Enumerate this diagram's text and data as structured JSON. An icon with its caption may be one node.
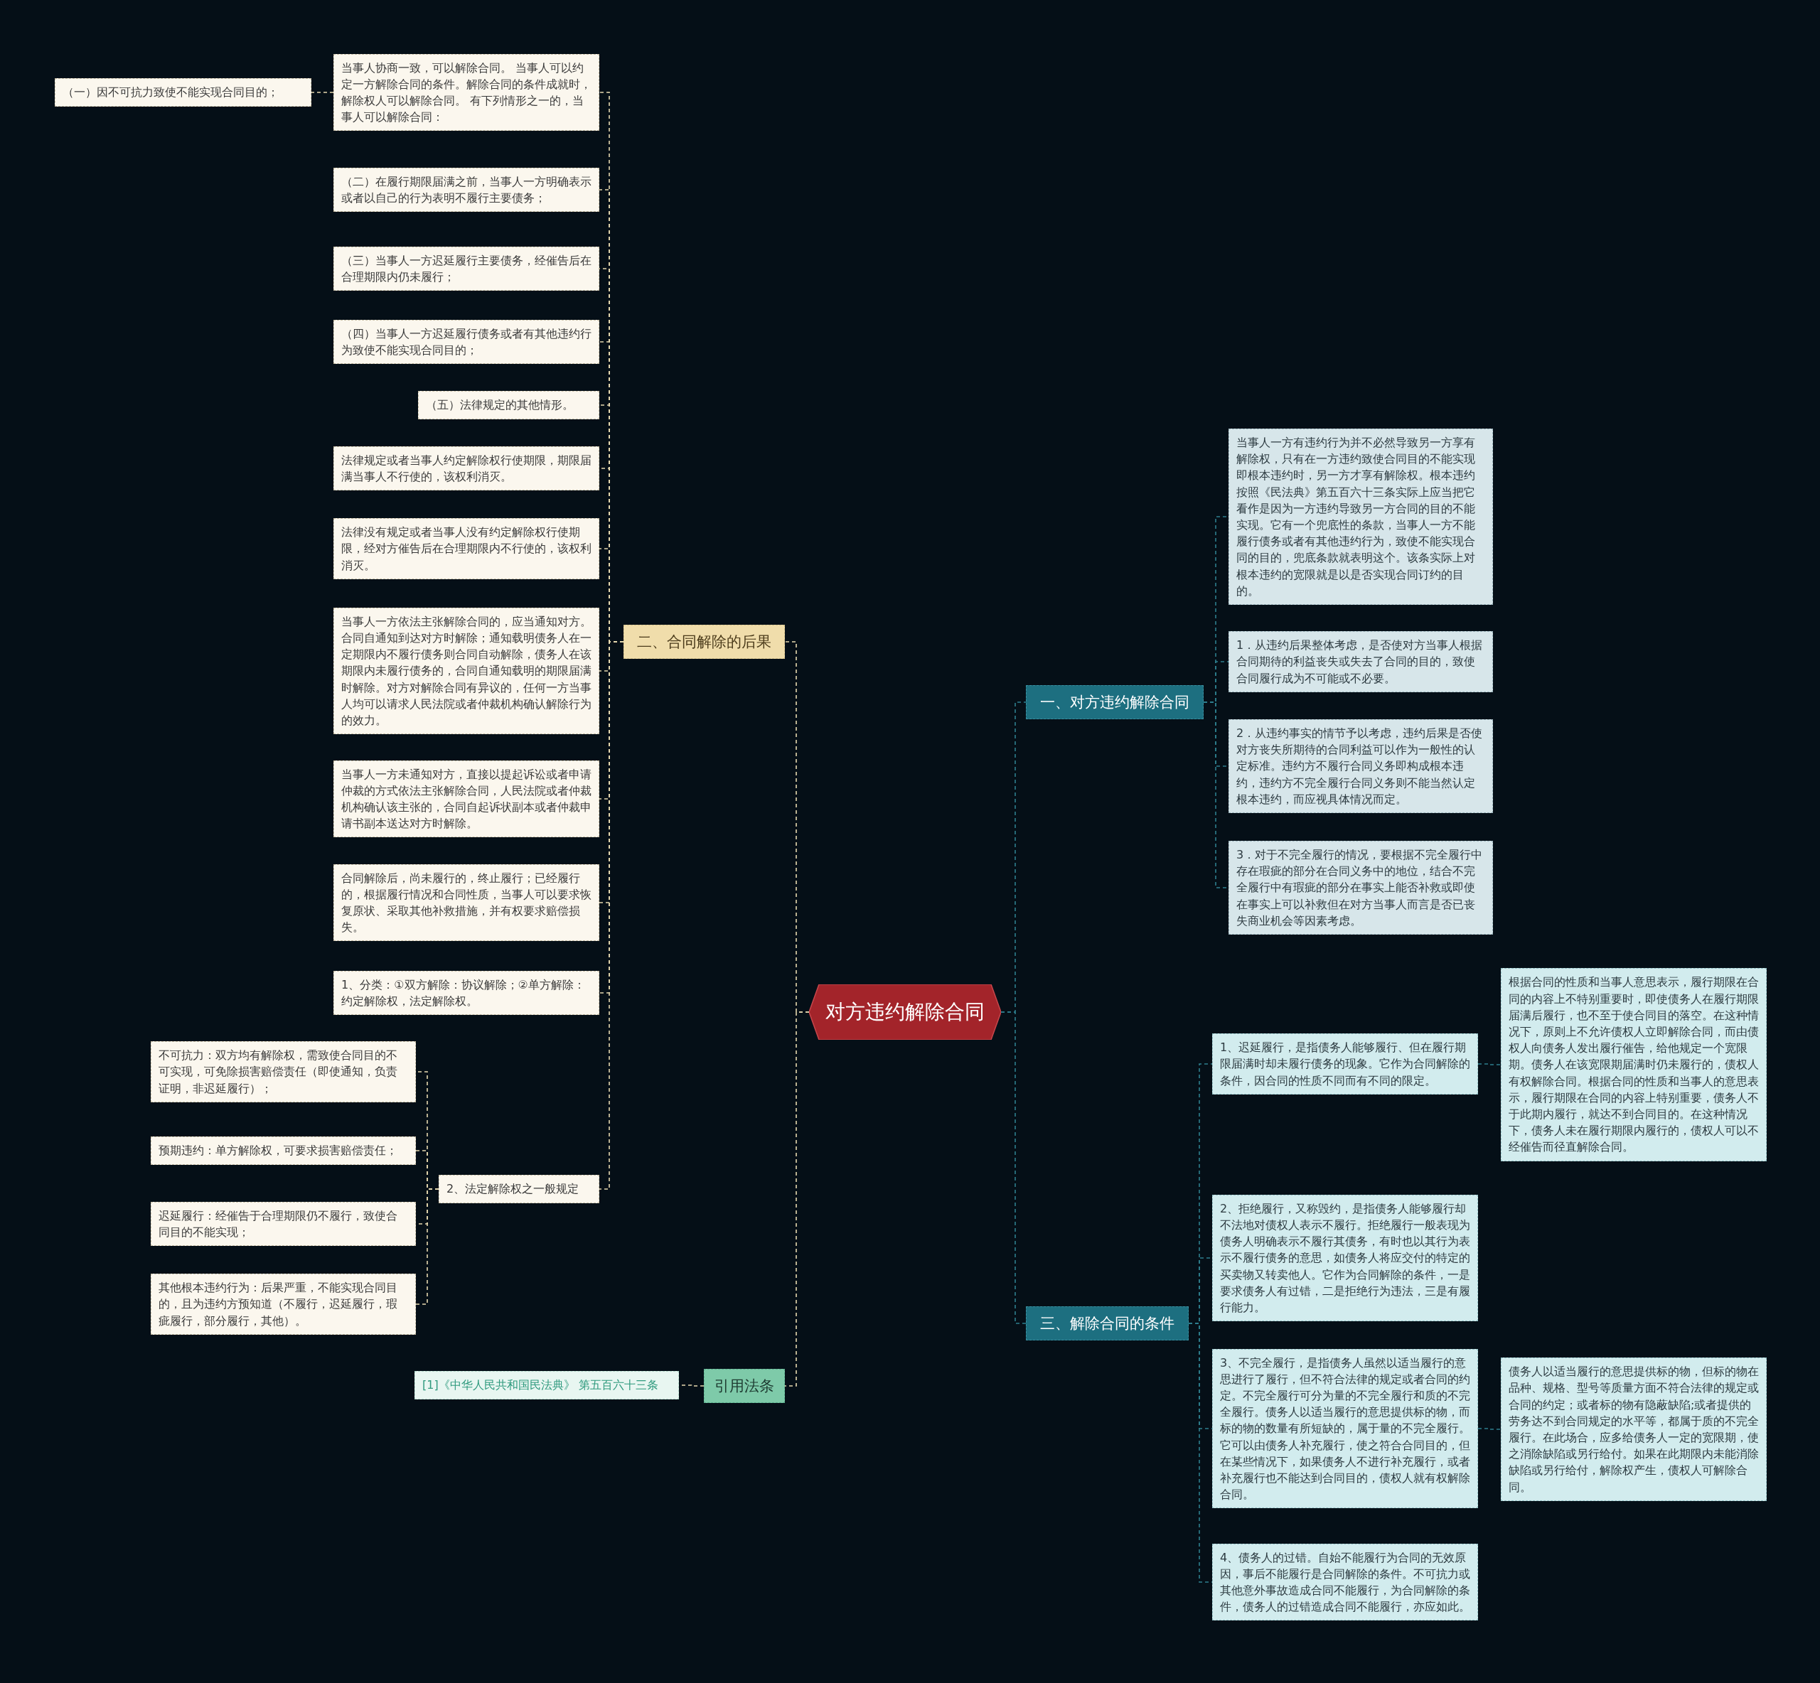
{
  "diagram": {
    "nodes": [
      {
        "text": [
          "对方违约解除合同"
        ]
      },
      {
        "text": [
          "二、合同解除的后果"
        ]
      },
      {
        "text": [
          "当事人协商一致，可以解除合同。 当事人可以约定一方解除合同的条件。解除合同的条件成就时，解除权人可以解除合同。 有下列情形之一的，当事人可以解除合同："
        ]
      },
      {
        "text": [
          "（一）因不可抗力致使不能实现合同目的；"
        ]
      },
      {
        "text": [
          "（二）在履行期限届满之前，当事人一方明确表示或者以自己的行为表明不履行主要债务；"
        ]
      },
      {
        "text": [
          "（三）当事人一方迟延履行主要债务，经催告后在合理期限内仍未履行；"
        ]
      },
      {
        "text": [
          "（四）当事人一方迟延履行债务或者有其他违约行为致使不能实现合同目的；"
        ]
      },
      {
        "text": [
          "（五）法律规定的其他情形。"
        ]
      },
      {
        "text": [
          "法律规定或者当事人约定解除权行使期限，期限届满当事人不行使的，该权利消灭。"
        ]
      },
      {
        "text": [
          "法律没有规定或者当事人没有约定解除权行使期限，经对方催告后在合理期限内不行使的，该权利消灭。"
        ]
      },
      {
        "text": [
          "当事人一方依法主张解除合同的，应当通知对方。合同自通知到达对方时解除；通知载明债务人在一定期限内不履行债务则合同自动解除，债务人在该期限内未履行债务的，合同自通知载明的期限届满时解除。对方对解除合同有异议的，任何一方当事人均可以请求人民法院或者仲裁机构确认解除行为的效力。"
        ]
      },
      {
        "text": [
          "当事人一方未通知对方，直接以提起诉讼或者申请仲裁的方式依法主张解除合同，人民法院或者仲裁机构确认该主张的，合同自起诉状副本或者仲裁申请书副本送达对方时解除。"
        ]
      },
      {
        "text": [
          "合同解除后，尚未履行的，终止履行；已经履行的，根据履行情况和合同性质，当事人可以要求恢复原状、采取其他补救措施，并有权要求赔偿损失。"
        ]
      },
      {
        "text": [
          "1、分类：①双方解除：协议解除；②单方解除：约定解除权，法定解除权。"
        ]
      },
      {
        "text": [
          "2、法定解除权之一般规定"
        ]
      },
      {
        "text": [
          "不可抗力：双方均有解除权，需致使合同目的不可实现，可免除损害赔偿责任（即使通知，负责证明，非迟延履行）；"
        ]
      },
      {
        "text": [
          "预期违约：单方解除权，可要求损害赔偿责任；"
        ]
      },
      {
        "text": [
          "迟延履行：经催告于合理期限仍不履行，致使合同目的不能实现；"
        ]
      },
      {
        "text": [
          "其他根本违约行为：后果严重，不能实现合同目的，且为违约方预知道（不履行，迟延履行，瑕疵履行，部分履行，其他）。"
        ]
      },
      {
        "text": [
          "引用法条"
        ]
      },
      {
        "text": [
          "[1]《中华人民共和国民法典》 第五百六十三条"
        ]
      },
      {
        "text": [
          "一、对方违约解除合同"
        ]
      },
      {
        "text": [
          "当事人一方有违约行为并不必然导致另一方享有解除权，只有在一方违约致使合同目的不能实现即根本违约时，另一方才享有解除权。根本违约按照《民法典》第五百六十三条实际上应当把它看作是因为一方违约导致另一方合同的目的不能实现。它有一个兜底性的条款，当事人一方不能履行债务或者有其他违约行为，致使不能实现合同的目的，兜底条款就表明这个。该条实际上对根本违约的宽限就是以是否实现合同订约的目的。"
        ]
      },
      {
        "text": [
          "1．从违约后果整体考虑，是否使对方当事人根据合同期待的利益丧失或失去了合同的目的，致使合同履行成为不可能或不必要。"
        ]
      },
      {
        "text": [
          "2．从违约事实的情节予以考虑，违约后果是否使对方丧失所期待的合同利益可以作为一般性的认定标准。违约方不履行合同义务即构成根本违约，违约方不完全履行合同义务则不能当然认定根本违约，而应视具体情况而定。"
        ]
      },
      {
        "text": [
          "3．对于不完全履行的情况，要根据不完全履行中存在瑕疵的部分在合同义务中的地位，结合不完全履行中有瑕疵的部分在事实上能否补救或即使在事实上可以补救但在对方当事人而言是否已丧失商业机会等因素考虑。"
        ]
      },
      {
        "text": [
          "三、解除合同的条件"
        ]
      },
      {
        "text": [
          "1、迟延履行，是指债务人能够履行、但在履行期限届满时却未履行债务的现象。它作为合同解除的条件，因合同的性质不同而有不同的限定。"
        ]
      },
      {
        "text": [
          "根据合同的性质和当事人意思表示，履行期限在合同的内容上不特别重要时，即使债务人在履行期限届满后履行，也不至于使合同目的落空。在这种情况下，原则上不允许债权人立即解除合同，而由债权人向债务人发出履行催告，给他规定一个宽限期。债务人在该宽限期届满时仍未履行的，债权人有权解除合同。根据合同的性质和当事人的意思表示，履行期限在合同的内容上特别重要，债务人不于此期内履行，就达不到合同目的。在这种情况下，债务人未在履行期限内履行的，债权人可以不经催告而径直解除合同。"
        ]
      },
      {
        "text": [
          "2、拒绝履行，又称毁约，是指债务人能够履行却不法地对债权人表示不履行。拒绝履行一般表现为债务人明确表示不履行其债务，有时也以其行为表示不履行债务的意思，如债务人将应交付的特定的买卖物又转卖他人。它作为合同解除的条件，一是要求债务人有过错，二是拒绝行为违法，三是有履行能力。"
        ]
      },
      {
        "text": [
          "3、不完全履行，是指债务人虽然以适当履行的意思进行了履行，但不符合法律的规定或者合同的约定。不完全履行可分为量的不完全履行和质的不完全履行。债务人以适当履行的意思提供标的物，而标的物的数量有所短缺的，属于量的不完全履行。它可以由债务人补充履行，使之符合合同目的，但在某些情况下，如果债务人不进行补充履行，或者补充履行也不能达到合同目的，债权人就有权解除合同。"
        ]
      },
      {
        "text": [
          "债务人以适当履行的意思提供标的物，但标的物在品种、规格、型号等质量方面不符合法律的规定或合同的约定；或者标的物有隐蔽缺陷;或者提供的劳务达不到合同规定的水平等，都属于质的不完全履行。在此场合，应多给债务人一定的宽限期，使之消除缺陷或另行给付。如果在此期限内未能消除缺陷或另行给付，解除权产生，债权人可解除合同。"
        ]
      },
      {
        "text": [
          "4、债务人的过错。自始不能履行为合同的无效原因，事后不能履行是合同解除的条件。不可抗力或其他意外事故造成合同不能履行，为合同解除的条件，债务人的过错造成合同不能履行，亦应如此。"
        ]
      }
    ],
    "edges": [
      {
        "from": 0,
        "to": 1,
        "arrow": "none"
      },
      {
        "from": 1,
        "to": 2,
        "arrow": "none"
      },
      {
        "from": 2,
        "to": 3,
        "arrow": "none"
      },
      {
        "from": 1,
        "to": 4,
        "arrow": "none"
      },
      {
        "from": 1,
        "to": 5,
        "arrow": "none"
      },
      {
        "from": 1,
        "to": 6,
        "arrow": "none"
      },
      {
        "from": 1,
        "to": 7,
        "arrow": "none"
      },
      {
        "from": 1,
        "to": 8,
        "arrow": "none"
      },
      {
        "from": 1,
        "to": 9,
        "arrow": "none"
      },
      {
        "from": 1,
        "to": 10,
        "arrow": "none"
      },
      {
        "from": 1,
        "to": 11,
        "arrow": "none"
      },
      {
        "from": 1,
        "to": 12,
        "arrow": "none"
      },
      {
        "from": 1,
        "to": 13,
        "arrow": "none"
      },
      {
        "from": 1,
        "to": 14,
        "arrow": "none"
      },
      {
        "from": 14,
        "to": 15,
        "arrow": "none"
      },
      {
        "from": 14,
        "to": 16,
        "arrow": "none"
      },
      {
        "from": 14,
        "to": 17,
        "arrow": "none"
      },
      {
        "from": 14,
        "to": 18,
        "arrow": "none"
      },
      {
        "from": 0,
        "to": 19,
        "arrow": "none"
      },
      {
        "from": 19,
        "to": 20,
        "arrow": "none"
      },
      {
        "from": 0,
        "to": 21,
        "arrow": "none",
        "color": "#2e7f8e"
      },
      {
        "from": 21,
        "to": 22,
        "arrow": "none",
        "color": "#2e7f8e"
      },
      {
        "from": 21,
        "to": 23,
        "arrow": "none",
        "color": "#2e7f8e"
      },
      {
        "from": 21,
        "to": 24,
        "arrow": "none",
        "color": "#2e7f8e"
      },
      {
        "from": 21,
        "to": 25,
        "arrow": "none",
        "color": "#2e7f8e"
      },
      {
        "from": 0,
        "to": 26,
        "arrow": "none",
        "color": "#2e7f8e"
      },
      {
        "from": 26,
        "to": 27,
        "arrow": "none",
        "color": "#2e7f8e"
      },
      {
        "from": 27,
        "to": 28,
        "arrow": "none",
        "color": "#2e7f8e"
      },
      {
        "from": 26,
        "to": 29,
        "arrow": "none",
        "color": "#2e7f8e"
      },
      {
        "from": 26,
        "to": 30,
        "arrow": "none",
        "color": "#2e7f8e"
      },
      {
        "from": 30,
        "to": 31,
        "arrow": "none",
        "color": "#2e7f8e"
      },
      {
        "from": 26,
        "to": 32,
        "arrow": "none",
        "color": "#2e7f8e"
      }
    ]
  }
}
